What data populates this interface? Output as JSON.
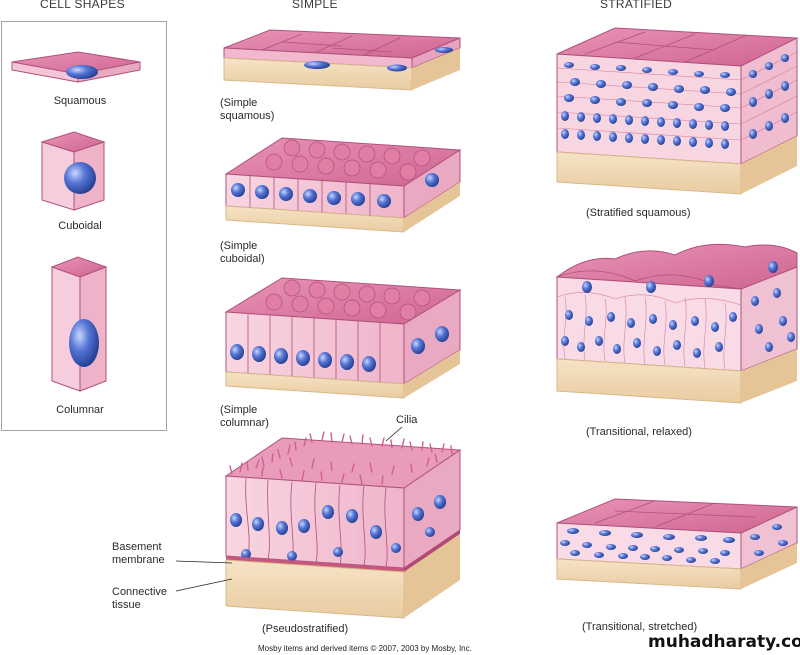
{
  "headers": {
    "cell_shapes": "CELL SHAPES",
    "simple": "SIMPLE",
    "stratified": "STRATIFIED"
  },
  "cell_shapes": {
    "squamous": "Squamous",
    "cuboidal": "Cuboidal",
    "columnar": "Columnar"
  },
  "simple": {
    "squamous_line1": "(Simple",
    "squamous_line2": "squamous)",
    "cuboidal_line1": "(Simple",
    "cuboidal_line2": "cuboidal)",
    "columnar_line1": "(Simple",
    "columnar_line2": "columnar)",
    "cilia": "Cilia",
    "basement_line1": "Basement",
    "basement_line2": "membrane",
    "connective_line1": "Connective",
    "connective_line2": "tissue",
    "pseudostratified": "(Pseudostratified)"
  },
  "stratified": {
    "squamous": "(Stratified squamous)",
    "relaxed": "(Transitional, relaxed)",
    "stretched": "(Transitional, stretched)"
  },
  "footer": "Mosby items and derived items © 2007, 2003 by Mosby, Inc.",
  "watermark": "muhadharaty.com",
  "colors": {
    "cell_pink": "#f3c1d3",
    "cell_top": "#d86f9b",
    "nucleus": "#3a5bbf",
    "tissue": "#f0d9b5",
    "membrane": "#c4587f"
  }
}
